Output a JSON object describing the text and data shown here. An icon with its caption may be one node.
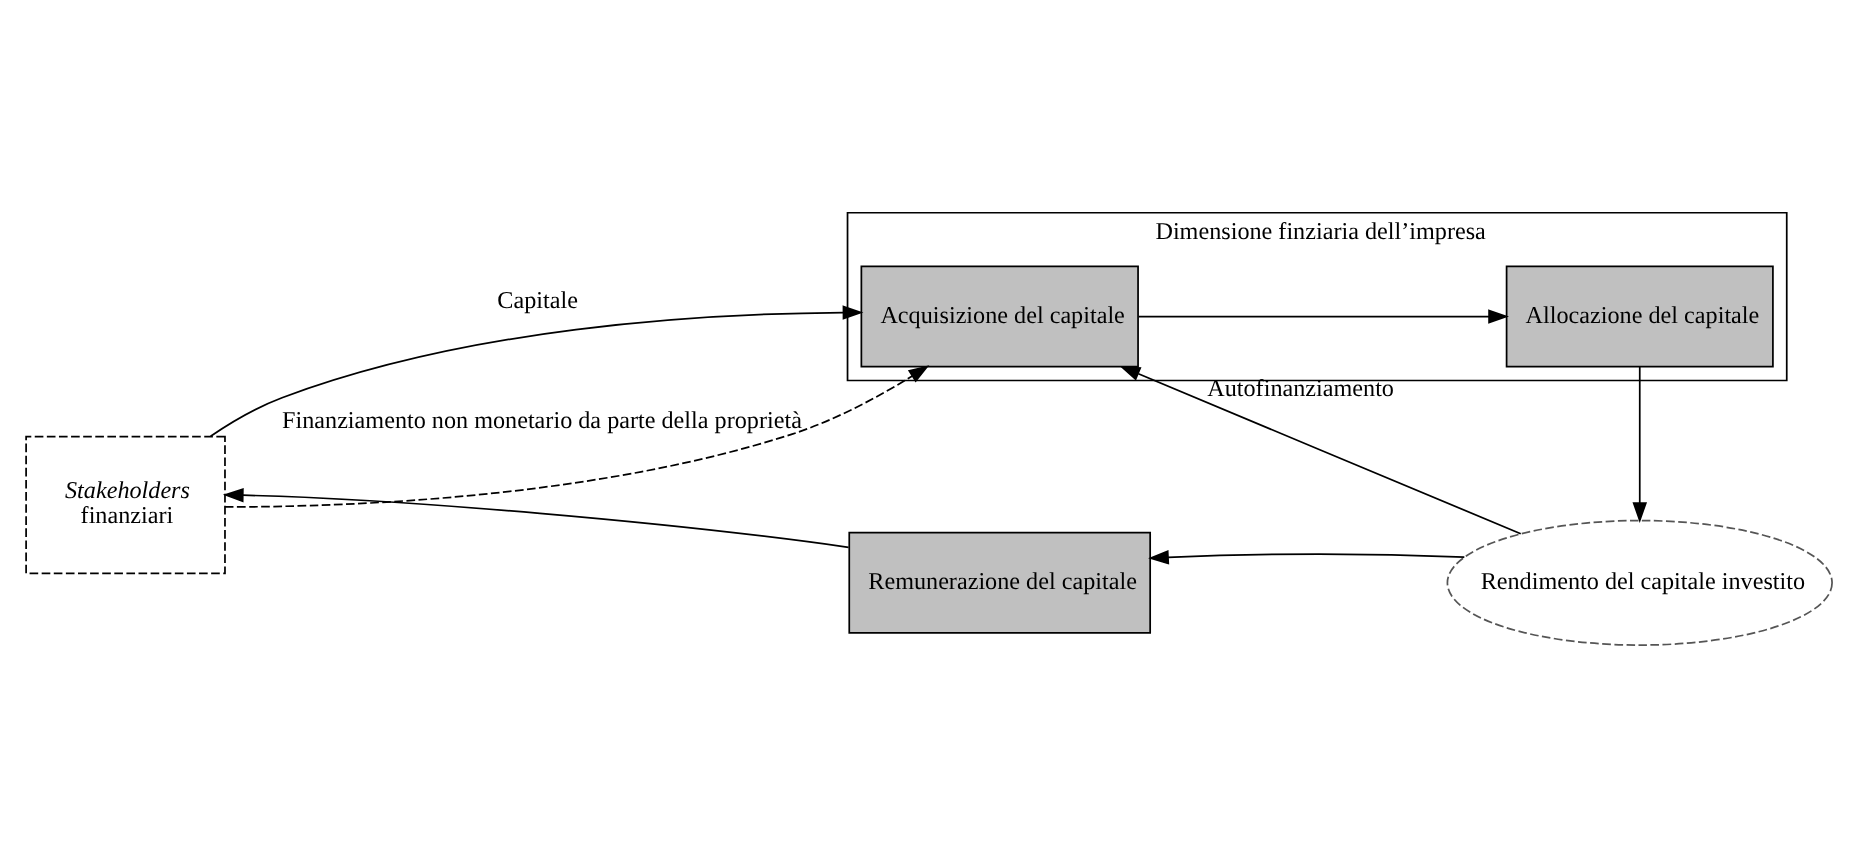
{
  "diagram": {
    "nodes": [
      {
        "text": [
          "*Stakeholders* finanziari"
        ]
      },
      {
        "text": [
          "Dimensione finziaria dell’impresa"
        ]
      },
      {
        "text": [
          "Acquisizione del capitale"
        ],
        "in": 1
      },
      {
        "text": [
          "Allocazione del capitale"
        ],
        "in": 1
      },
      {
        "text": [
          "Remunerazione del capitale"
        ]
      },
      {
        "text": [
          "Rendimento del capitale investito"
        ]
      }
    ],
    "edges": [
      {
        "from": 0,
        "to": 2,
        "label": "Capitale",
        "arrow": "to"
      },
      {
        "from": 2,
        "to": 3,
        "arrow": "to"
      },
      {
        "from": 3,
        "to": 5,
        "arrow": "to"
      },
      {
        "from": 5,
        "to": 4,
        "arrow": "to"
      },
      {
        "from": 5,
        "to": 2,
        "label": "Autofinanziamento",
        "arrow": "to"
      },
      {
        "from": 0,
        "to": 2,
        "label": "Finanziamento non monetario da parte della proprietà",
        "arrow": "to",
        "style": "dashed"
      },
      {
        "from": 4,
        "to": 0,
        "arrow": "to"
      }
    ]
  }
}
